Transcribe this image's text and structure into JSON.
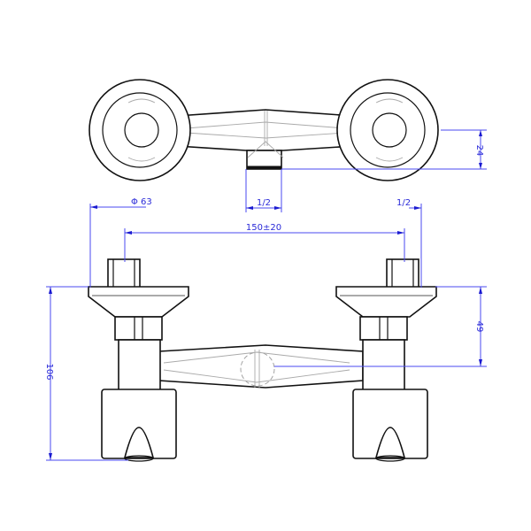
{
  "drawing": {
    "views": [
      "top-view",
      "front-view"
    ],
    "dimensions": {
      "outlet_offset": "24",
      "outlet_thread": "1/2",
      "diameter": "Φ 63",
      "inlet_thread": "1/2",
      "center_distance": "150±20",
      "total_height": "106",
      "inlet_to_outlet_height": "49"
    },
    "colors": {
      "outline": "#111111",
      "dimension": "#2a2ad8",
      "hidden": "#999999"
    }
  }
}
